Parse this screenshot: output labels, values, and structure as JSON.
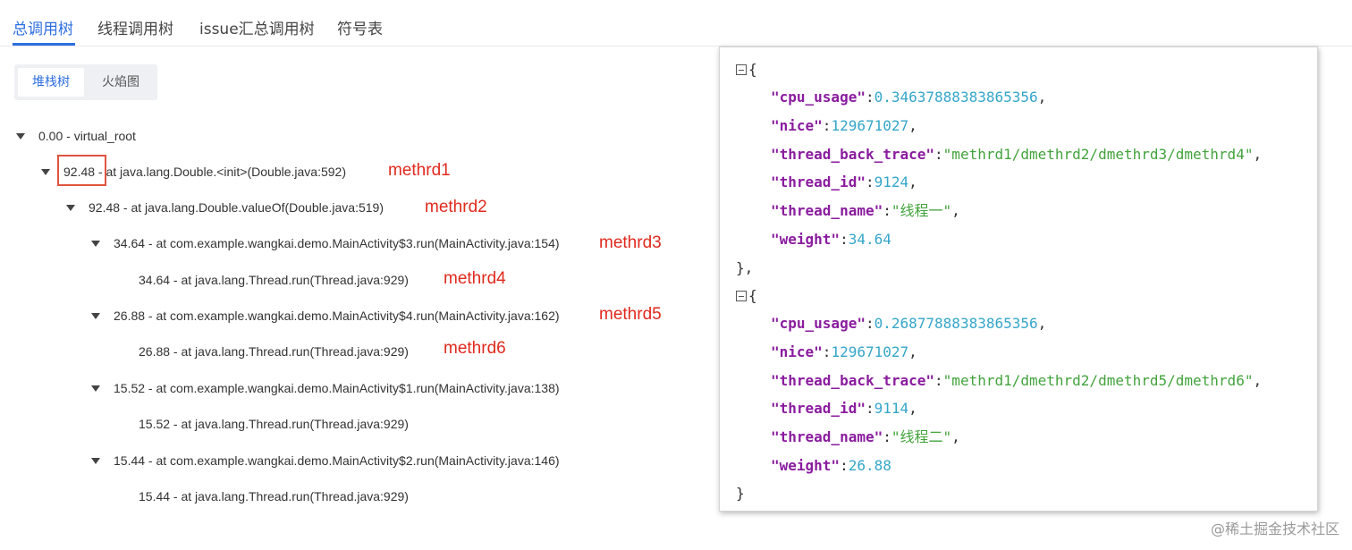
{
  "tabs": [
    {
      "label": "总调用树",
      "active": true
    },
    {
      "label": "线程调用树",
      "active": false
    },
    {
      "label": "issue汇总调用树",
      "active": false
    },
    {
      "label": "符号表",
      "active": false
    }
  ],
  "view_switch": {
    "options": [
      "堆栈树",
      "火焰图"
    ],
    "selected": "堆栈树"
  },
  "tree": [
    {
      "text": "0.00 - virtual_root",
      "expandable": true
    },
    {
      "weight": "92.48",
      "rest": " - at java.lang.Double.<init>(Double.java:592)",
      "expandable": true,
      "annotation": "methrd1"
    },
    {
      "text": "92.48 - at java.lang.Double.valueOf(Double.java:519)",
      "expandable": true,
      "annotation": "methrd2"
    },
    {
      "text": "34.64 - at com.example.wangkai.demo.MainActivity$3.run(MainActivity.java:154)",
      "expandable": true,
      "annotation": "methrd3"
    },
    {
      "text": "34.64 - at java.lang.Thread.run(Thread.java:929)",
      "expandable": false,
      "annotation": "methrd4"
    },
    {
      "text": "26.88 - at com.example.wangkai.demo.MainActivity$4.run(MainActivity.java:162)",
      "expandable": true,
      "annotation": "methrd5"
    },
    {
      "text": "26.88 - at java.lang.Thread.run(Thread.java:929)",
      "expandable": false,
      "annotation": "methrd6"
    },
    {
      "text": "15.52 - at com.example.wangkai.demo.MainActivity$1.run(MainActivity.java:138)",
      "expandable": true
    },
    {
      "text": "15.52 - at java.lang.Thread.run(Thread.java:929)",
      "expandable": false
    },
    {
      "text": "15.44 - at com.example.wangkai.demo.MainActivity$2.run(MainActivity.java:146)",
      "expandable": true
    },
    {
      "text": "15.44 - at java.lang.Thread.run(Thread.java:929)",
      "expandable": false
    }
  ],
  "json_panel": {
    "objects": [
      {
        "cpu_usage": "0.34637888383865356",
        "nice": "129671027",
        "thread_back_trace": "\"methrd1/dmethrd2/dmethrd3/dmethrd4\"",
        "thread_id": "9124",
        "thread_name": "\"线程一\"",
        "weight": "34.64"
      },
      {
        "cpu_usage": "0.26877888383865356",
        "nice": "129671027",
        "thread_back_trace": "\"methrd1/dmethrd2/dmethrd5/dmethrd6\"",
        "thread_id": "9114",
        "thread_name": "\"线程二\"",
        "weight": "26.88"
      }
    ],
    "keys": {
      "cpu_usage": "\"cpu_usage\"",
      "nice": "\"nice\"",
      "thread_back_trace": "\"thread_back_trace\"",
      "thread_id": "\"thread_id\"",
      "thread_name": "\"thread_name\"",
      "weight": "\"weight\""
    },
    "punct": {
      "open": "{",
      "close_comma": "},",
      "close": "}",
      "colon": ":",
      "comma": ","
    }
  },
  "watermark": "@稀土掘金技术社区"
}
